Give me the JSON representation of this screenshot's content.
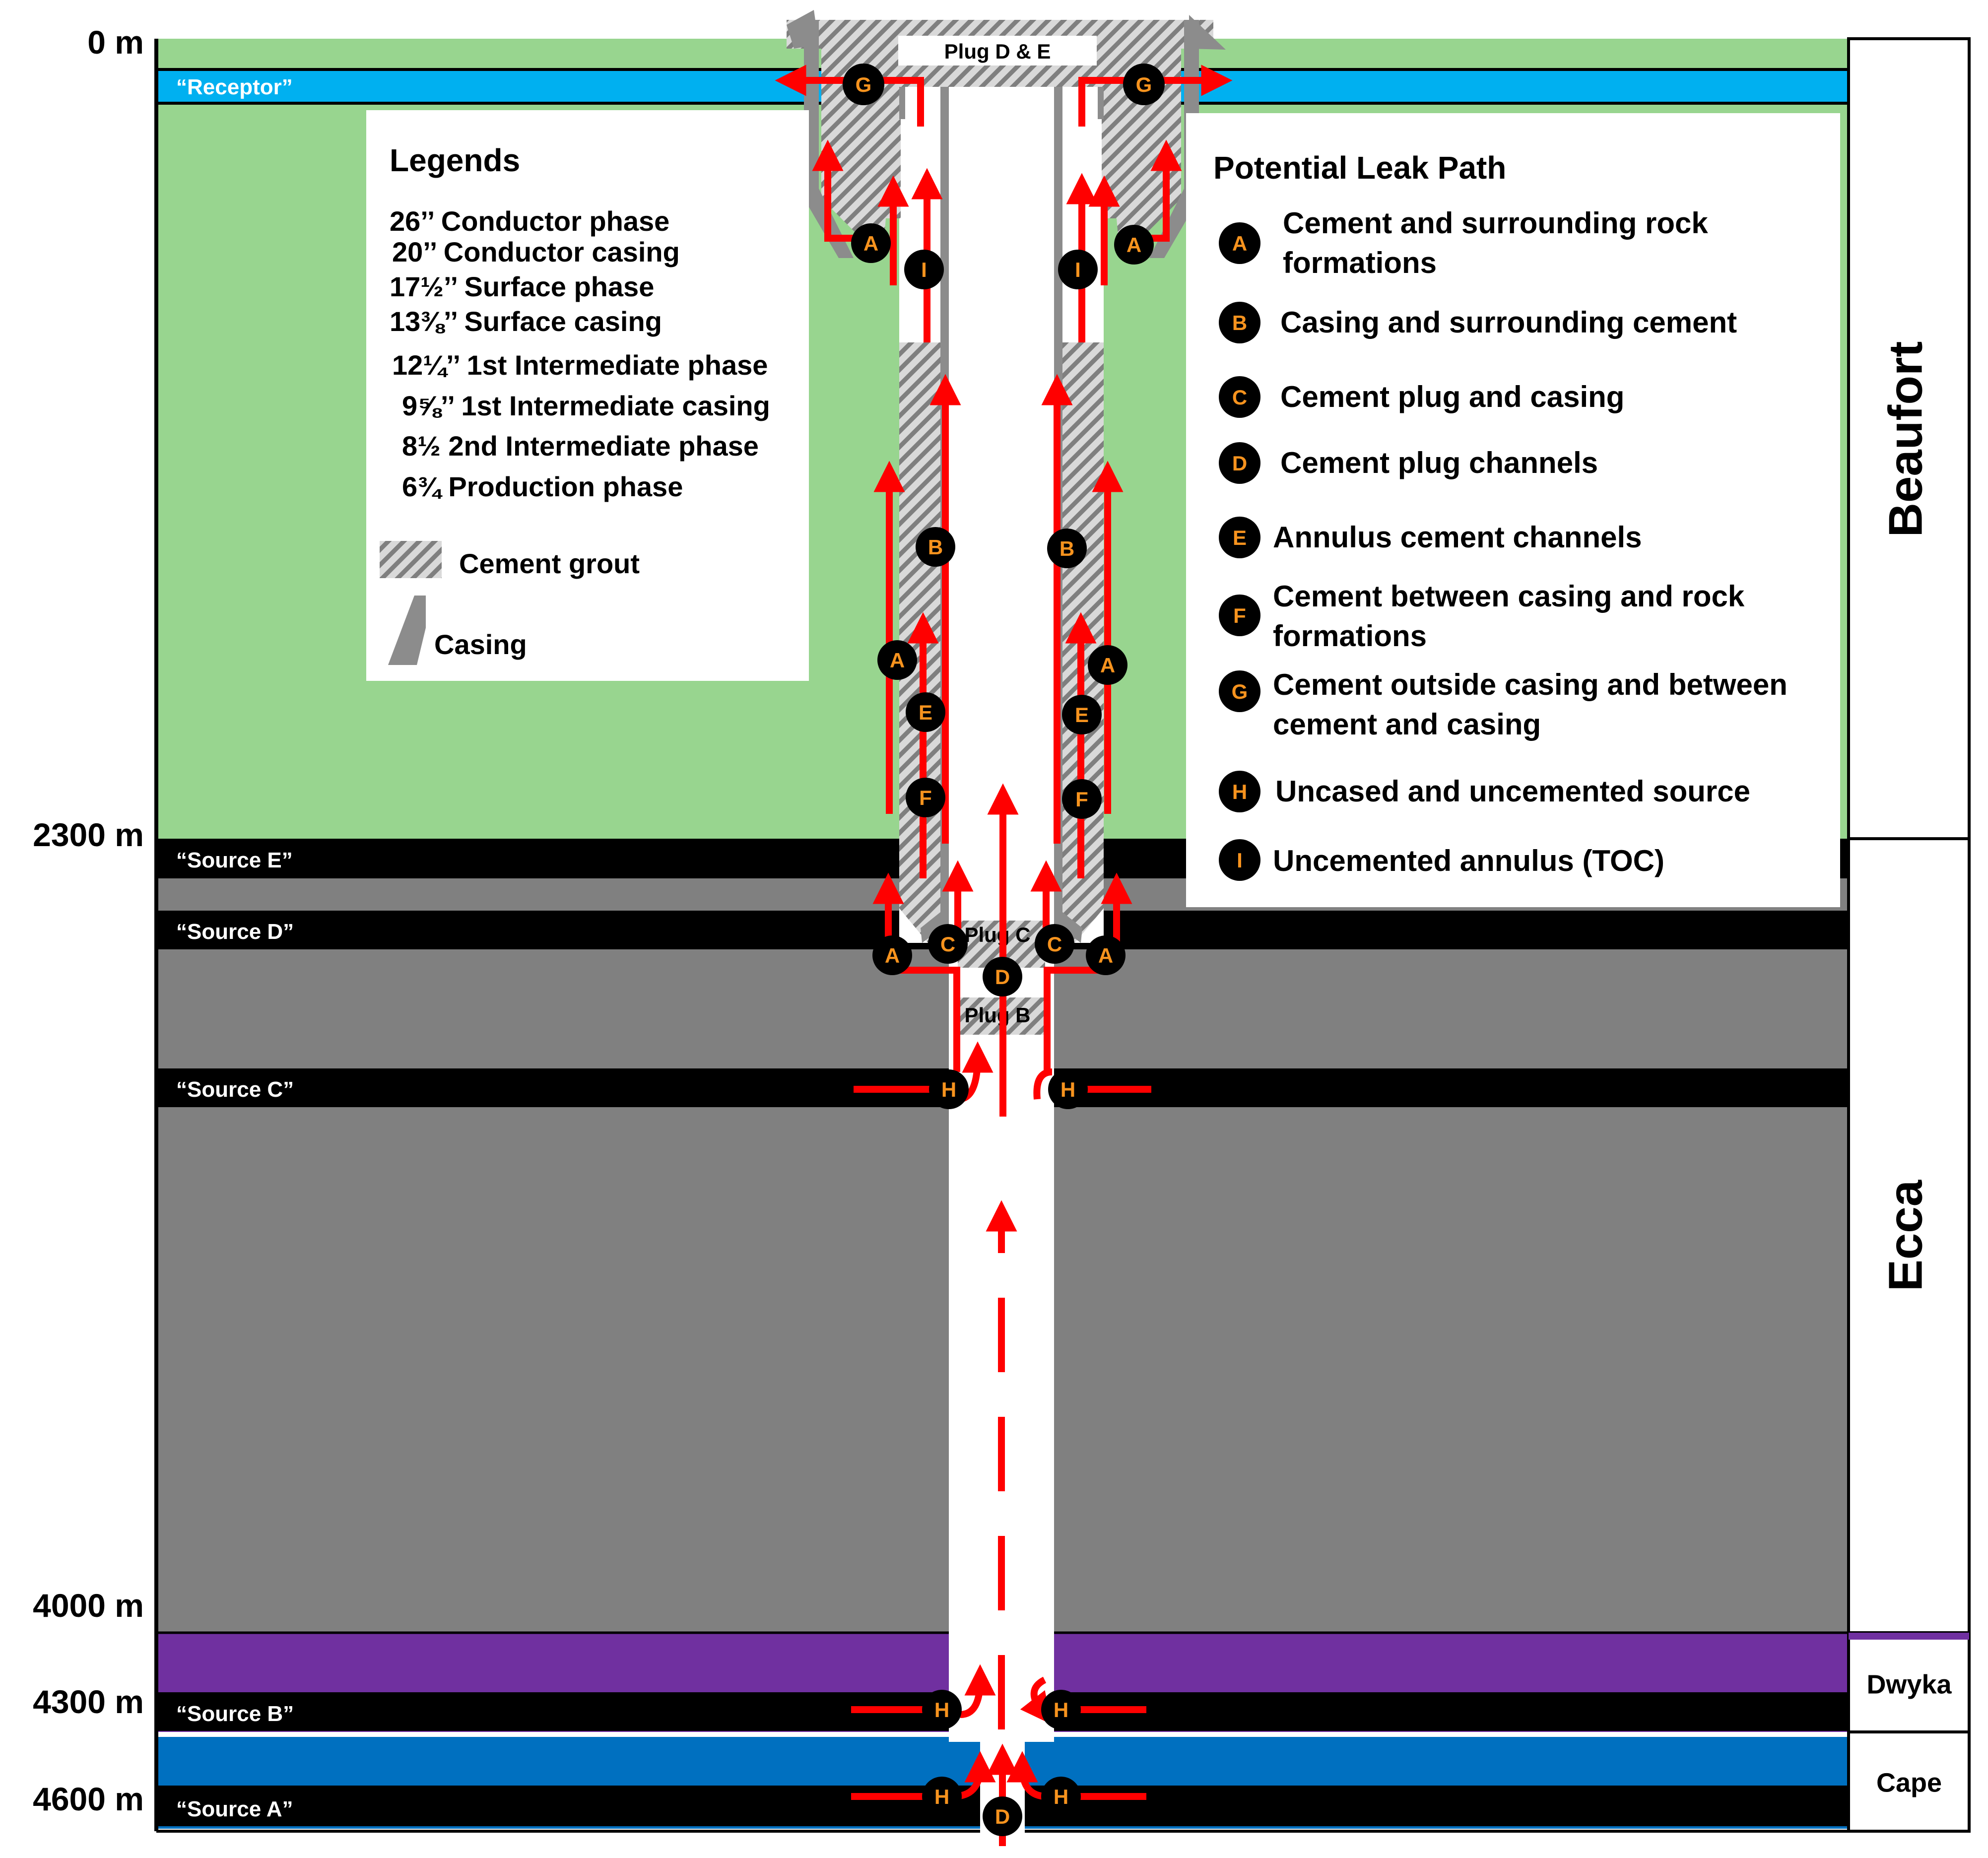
{
  "colors": {
    "beaufort_green": "#98d58f",
    "receptor_blue": "#00b0f0",
    "ecca_gray": "#808080",
    "source_black": "#000000",
    "dwyka_purple": "#7030a0",
    "cape_blue": "#0070c0",
    "leak_arrow_red": "#ff0000",
    "marker_fill": "#000000",
    "marker_letter": "#f7931e",
    "casing_gray": "#8c8c8c"
  },
  "depth_labels": [
    "0 m",
    "2300 m",
    "4000 m",
    "4300 m",
    "4600 m"
  ],
  "layer_labels": {
    "receptor": "“Receptor”",
    "source_e": "“Source E”",
    "source_d": "“Source D”",
    "source_c": "“Source C”",
    "source_b": "“Source B”",
    "source_a": "“Source A”"
  },
  "formations": {
    "beaufort": "Beaufort",
    "ecca": "Ecca",
    "dwyka": "Dwyka",
    "cape": "Cape"
  },
  "plugs": {
    "top": "Plug D & E",
    "c": "Plug C",
    "b": "Plug B"
  },
  "legend": {
    "title": "Legends",
    "items": [
      "26’’ Conductor phase",
      "20’’ Conductor casing",
      "17½’’ Surface phase",
      "13⅜’’ Surface casing",
      "12¼’’ 1st Intermediate phase",
      "9⅝’’ 1st Intermediate casing",
      "8½ 2nd Intermediate phase",
      "6¾ Production phase"
    ],
    "cement_grout": "Cement grout",
    "casing": "Casing"
  },
  "leak_paths": {
    "title": "Potential Leak Path",
    "items": [
      {
        "letter": "A",
        "lines": [
          "Cement and surrounding rock",
          "formations"
        ]
      },
      {
        "letter": "B",
        "lines": [
          "Casing and surrounding cement"
        ]
      },
      {
        "letter": "C",
        "lines": [
          "Cement plug and casing"
        ]
      },
      {
        "letter": "D",
        "lines": [
          "Cement plug channels"
        ]
      },
      {
        "letter": "E",
        "lines": [
          "Annulus cement channels"
        ]
      },
      {
        "letter": "F",
        "lines": [
          "Cement between casing and rock",
          "formations"
        ]
      },
      {
        "letter": "G",
        "lines": [
          "Cement outside casing and between",
          "cement and casing"
        ]
      },
      {
        "letter": "H",
        "lines": [
          "Uncased and uncemented source"
        ]
      },
      {
        "letter": "I",
        "lines": [
          "Uncemented annulus (TOC)"
        ]
      }
    ]
  },
  "markers": [
    {
      "letter": "G"
    },
    {
      "letter": "G"
    },
    {
      "letter": "A"
    },
    {
      "letter": "A"
    },
    {
      "letter": "I"
    },
    {
      "letter": "I"
    },
    {
      "letter": "B"
    },
    {
      "letter": "B"
    },
    {
      "letter": "A"
    },
    {
      "letter": "A"
    },
    {
      "letter": "E"
    },
    {
      "letter": "E"
    },
    {
      "letter": "F"
    },
    {
      "letter": "F"
    },
    {
      "letter": "A"
    },
    {
      "letter": "C"
    },
    {
      "letter": "D"
    },
    {
      "letter": "C"
    },
    {
      "letter": "A"
    },
    {
      "letter": "H"
    },
    {
      "letter": "H"
    },
    {
      "letter": "H"
    },
    {
      "letter": "H"
    },
    {
      "letter": "H"
    },
    {
      "letter": "D"
    },
    {
      "letter": "H"
    }
  ]
}
